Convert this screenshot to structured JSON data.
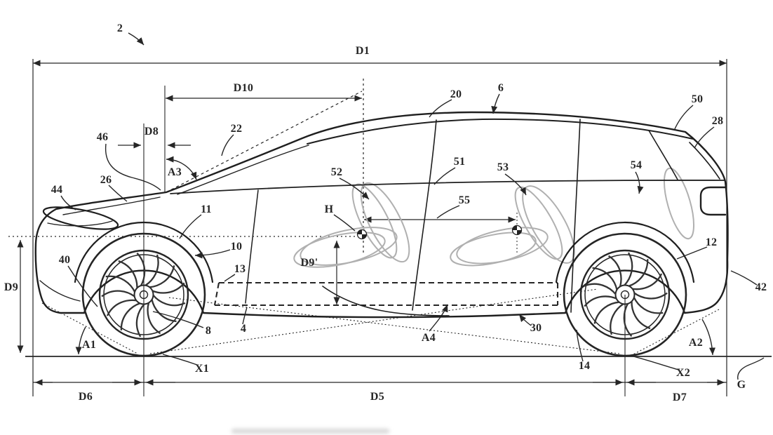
{
  "colors": {
    "background": "#ffffff",
    "ink": "#262626",
    "seat_outline": "#b0b0b0"
  },
  "labels": {
    "fig2": "2",
    "D1": "D1",
    "D10": "D10",
    "D8": "D8",
    "D9": "D9",
    "D9p": "D9'",
    "D5": "D5",
    "D6": "D6",
    "D7": "D7",
    "A1": "A1",
    "A2": "A2",
    "A3": "A3",
    "A4": "A4",
    "X1": "X1",
    "X2": "X2",
    "H": "H",
    "G": "G",
    "n4": "4",
    "n6": "6",
    "n8": "8",
    "n10": "10",
    "n11": "11",
    "n12": "12",
    "n13": "13",
    "n14": "14",
    "n20": "20",
    "n22": "22",
    "n26": "26",
    "n28": "28",
    "n30": "30",
    "n40": "40",
    "n42": "42",
    "n44": "44",
    "n46": "46",
    "n50": "50",
    "n51": "51",
    "n52": "52",
    "n53": "53",
    "n54": "54",
    "n55": "55"
  }
}
